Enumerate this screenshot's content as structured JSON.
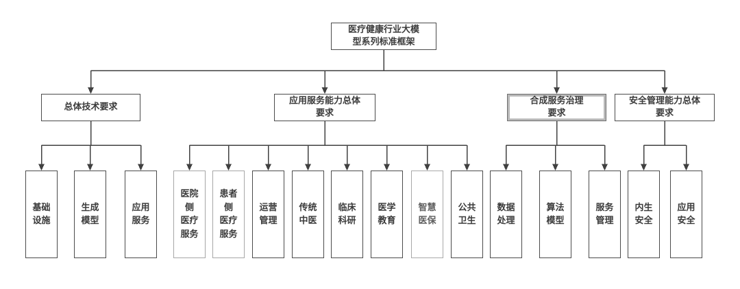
{
  "figure": {
    "title": "医疗健康行业大模型系列标准框架",
    "root": {
      "label": "医疗健康行业大模\n型系列标准框架"
    },
    "branches": [
      {
        "label": "总体技术要求",
        "variant": "normal",
        "children": [
          {
            "label": "基础\n设施",
            "variant": "normal"
          },
          {
            "label": "生成\n模型",
            "variant": "normal"
          },
          {
            "label": "应用\n服务",
            "variant": "normal"
          }
        ]
      },
      {
        "label": "应用服务能力总体\n要求",
        "variant": "normal",
        "children": [
          {
            "label": "医院\n侧\n医疗\n服务",
            "variant": "muted"
          },
          {
            "label": "患者\n侧\n医疗\n服务",
            "variant": "muted"
          },
          {
            "label": "运营\n管理",
            "variant": "normal"
          },
          {
            "label": "传统\n中医",
            "variant": "normal"
          },
          {
            "label": "临床\n科研",
            "variant": "normal"
          },
          {
            "label": "医学\n教育",
            "variant": "normal"
          },
          {
            "label": "智慧\n医保",
            "variant": "muted-text"
          },
          {
            "label": "公共\n卫生",
            "variant": "normal"
          }
        ]
      },
      {
        "label": "合成服务治理\n要求",
        "variant": "selected",
        "children": [
          {
            "label": "数据\n处理",
            "variant": "normal"
          },
          {
            "label": "算法\n模型",
            "variant": "normal"
          },
          {
            "label": "服务\n管理",
            "variant": "normal"
          }
        ]
      },
      {
        "label": "安全管理能力总体\n要求",
        "variant": "normal",
        "children": [
          {
            "label": "内生\n安全",
            "variant": "normal"
          },
          {
            "label": "应用\n安全",
            "variant": "normal"
          }
        ]
      }
    ],
    "colors": {
      "background": "#ffffff",
      "line": "#404040",
      "box_border": "#4a4a4a",
      "muted_border": "#a6a6a6",
      "text": "#3b3b3b",
      "muted_text": "#5f5f5f"
    }
  }
}
